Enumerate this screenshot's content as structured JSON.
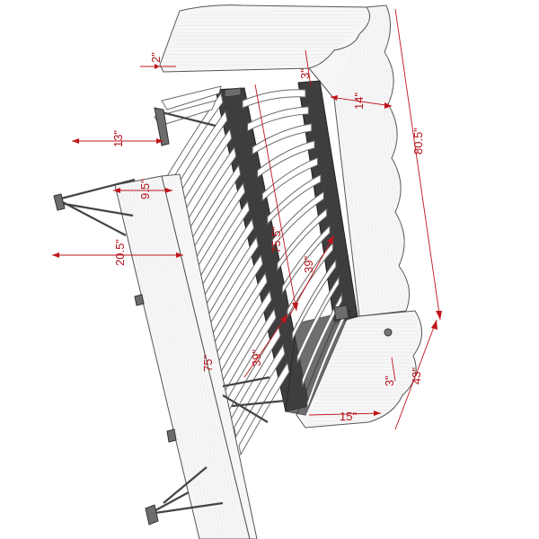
{
  "diagram": {
    "dimensions": [
      {
        "id": "top-lip",
        "label": "2\""
      },
      {
        "id": "headboard-top-depth",
        "label": "3\""
      },
      {
        "id": "headboard-thickness",
        "label": "14\""
      },
      {
        "id": "total-height",
        "label": "80.5\""
      },
      {
        "id": "rail-clearance",
        "label": "13\""
      },
      {
        "id": "side-rail-width",
        "label": "9.5\""
      },
      {
        "id": "leg-offset",
        "label": "20.5\""
      },
      {
        "id": "slat-span",
        "label": "75.5\""
      },
      {
        "id": "inner-width-upper",
        "label": "39\""
      },
      {
        "id": "inner-width-lower",
        "label": "39\""
      },
      {
        "id": "side-rail-length",
        "label": "75\""
      },
      {
        "id": "footboard-depth",
        "label": "3\""
      },
      {
        "id": "total-width",
        "label": "43\""
      },
      {
        "id": "footboard-height",
        "label": "15\""
      }
    ],
    "colors": {
      "dimension": "#c0151c",
      "rail": "#3e3e3e",
      "wood": "#f6f6f6"
    }
  }
}
